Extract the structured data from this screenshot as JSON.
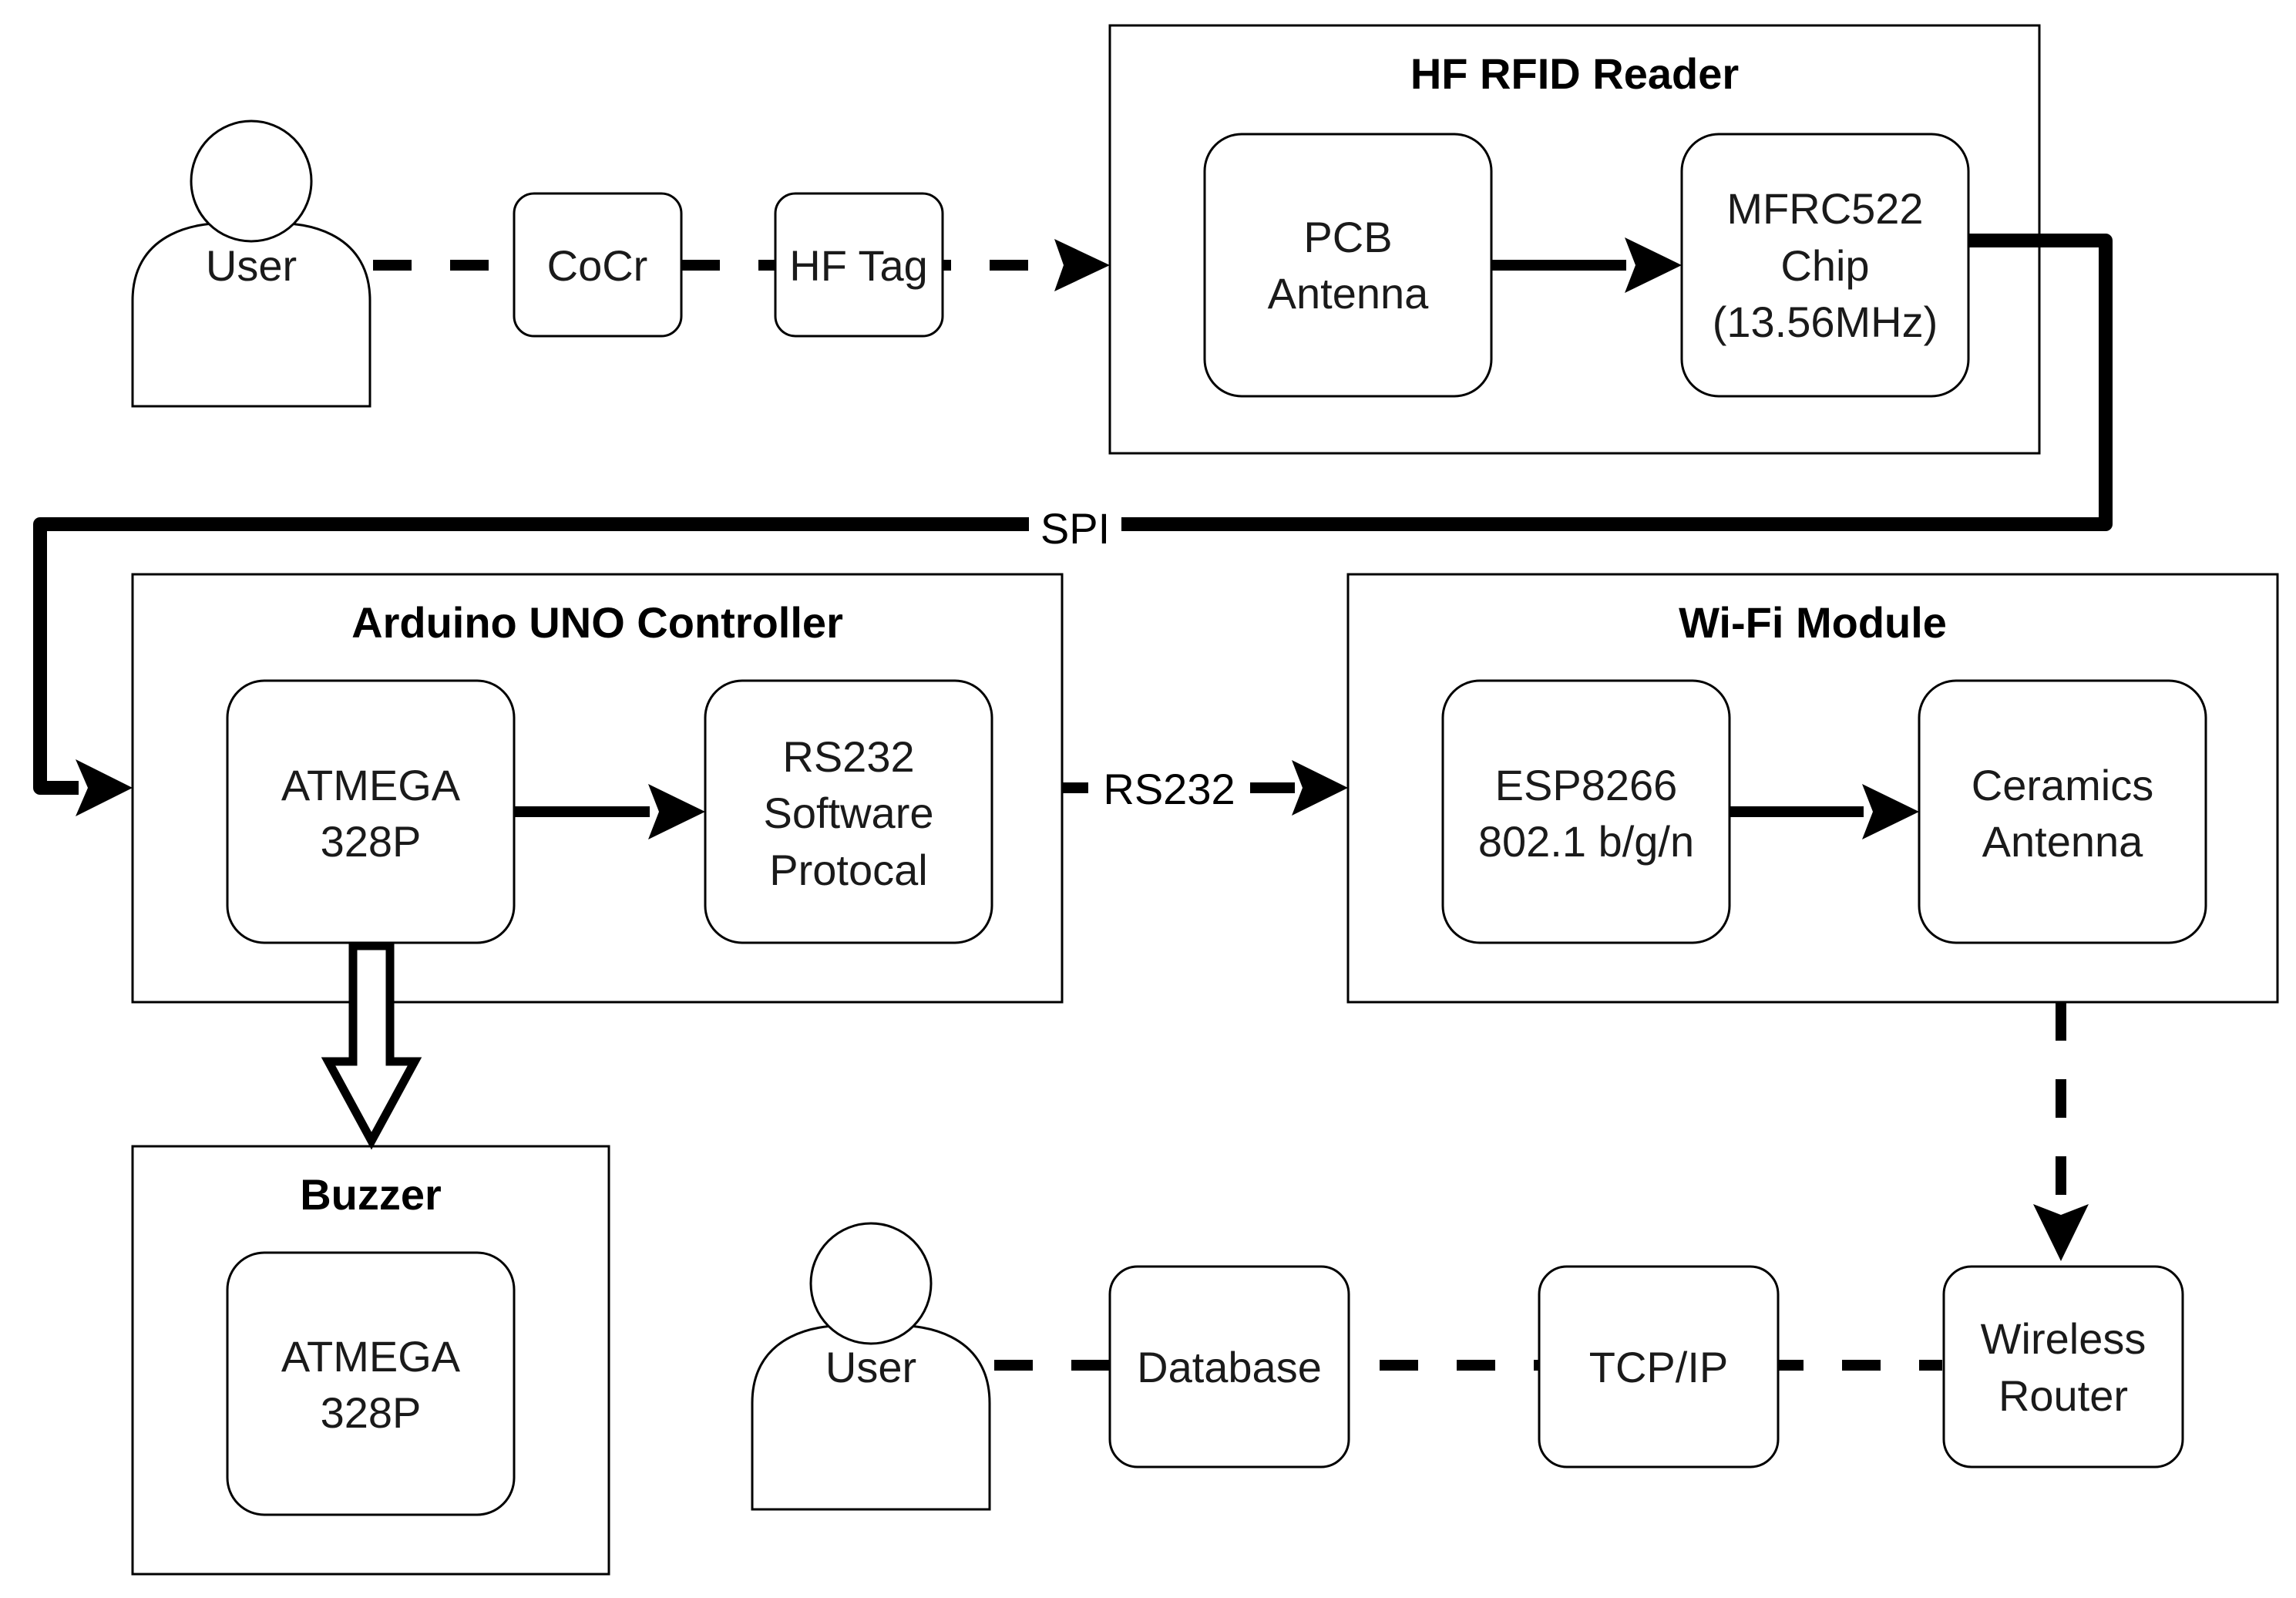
{
  "containers": {
    "rfid_reader": "HF RFID Reader",
    "arduino": "Arduino UNO Controller",
    "wifi": "Wi-Fi Module",
    "buzzer": "Buzzer"
  },
  "nodes": {
    "user_top": "User",
    "cocr": "CoCr",
    "hf_tag": "HF Tag",
    "pcb_antenna": [
      "PCB",
      "Antenna"
    ],
    "mfrc522": [
      "MFRC522",
      "Chip",
      "(13.56MHz)"
    ],
    "atmega": [
      "ATMEGA",
      "328P"
    ],
    "rs232_protocol": [
      "RS232",
      "Software",
      "Protocal"
    ],
    "esp8266": [
      "ESP8266",
      "802.1 b/g/n"
    ],
    "ceramics_antenna": [
      "Ceramics",
      "Antenna"
    ],
    "buzzer_atmega": [
      "ATMEGA",
      "328P"
    ],
    "user_bottom": "User",
    "database": "Database",
    "tcpip": "TCP/IP",
    "router": [
      "Wireless",
      "Router"
    ]
  },
  "edge_labels": {
    "spi": "SPI",
    "rs232": "RS232"
  }
}
